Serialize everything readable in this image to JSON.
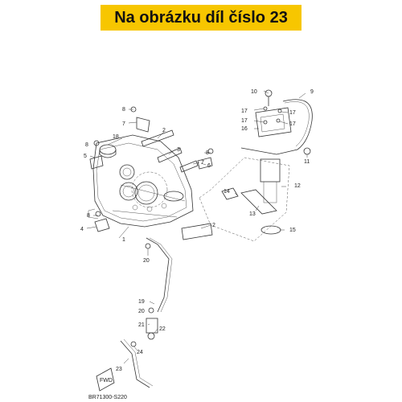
{
  "banner": {
    "text": "Na obrázku díl číslo 23",
    "color": "#f7c600"
  },
  "diagram": {
    "code": "BR71300-S220",
    "fwd": "FWD",
    "labels": {
      "l1": "1",
      "l2a": "2",
      "l2b": "2",
      "l3": "3",
      "l4": "4",
      "l5": "5",
      "l6": "6",
      "l7a": "7",
      "l7b": "7",
      "l8a": "8",
      "l8b": "8",
      "l8c": "8",
      "l8d": "8",
      "l9": "9",
      "l10": "10",
      "l11": "11",
      "l12": "12",
      "l13": "13",
      "l14": "14",
      "l15": "15",
      "l16": "16",
      "l17a": "17",
      "l17b": "17",
      "l17c": "17",
      "l17d": "17",
      "l18": "18",
      "l19": "19",
      "l20a": "20",
      "l20b": "20",
      "l21": "21",
      "l22": "22",
      "l23": "23",
      "l24": "24"
    }
  }
}
